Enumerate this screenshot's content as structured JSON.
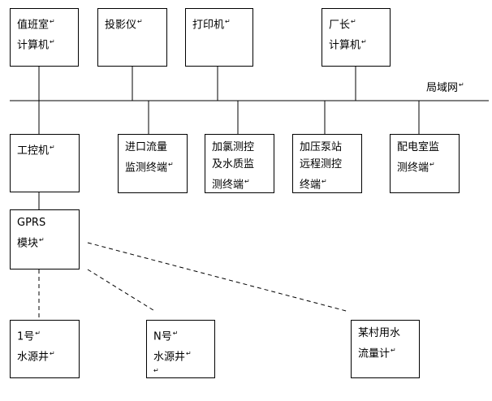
{
  "network_label": "局域网",
  "nodes": {
    "duty_computer": [
      "值班室",
      "计算机"
    ],
    "projector": [
      "投影仪"
    ],
    "printer": [
      "打印机"
    ],
    "director_computer": [
      "厂长",
      "计算机"
    ],
    "ipc": [
      "工控机"
    ],
    "inlet_flow_terminal": [
      "进口流量",
      "监测终端"
    ],
    "chlorine_quality_terminal": [
      "加氯测控",
      "及水质监",
      "测终端"
    ],
    "booster_station_terminal": [
      "加压泵站",
      "远程测控",
      "终端"
    ],
    "distribution_room_terminal": [
      "配电室监",
      "测终端"
    ],
    "gprs_module": [
      "GPRS",
      "模块"
    ],
    "well_1": [
      "1号",
      "水源井"
    ],
    "well_n": [
      "N号",
      "水源井"
    ],
    "village_flow_meter": [
      "某村用水",
      "流量计"
    ]
  },
  "return_mark": "↵"
}
